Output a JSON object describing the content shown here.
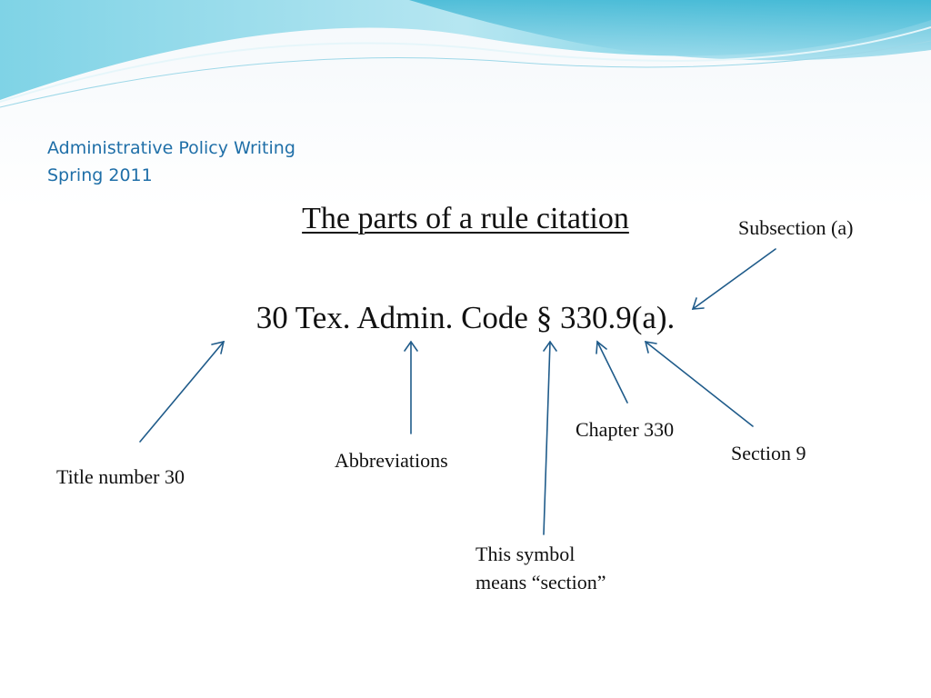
{
  "header": {
    "course_title": "Administrative Policy Writing",
    "term": "Spring 2011"
  },
  "slide": {
    "title": "The parts of a rule citation",
    "citation": "30 Tex. Admin. Code § 330.9(a)."
  },
  "labels": {
    "title_number": "Title number 30",
    "abbreviations": "Abbreviations",
    "symbol_line1": "This symbol",
    "symbol_line2": "means “section”",
    "chapter": "Chapter 330",
    "section": "Section 9",
    "subsection": "Subsection (a)"
  },
  "colors": {
    "accent": "#1f6fa8",
    "arrow": "#1f5b8a",
    "text": "#111111",
    "header_wave": "#5fc8de"
  }
}
